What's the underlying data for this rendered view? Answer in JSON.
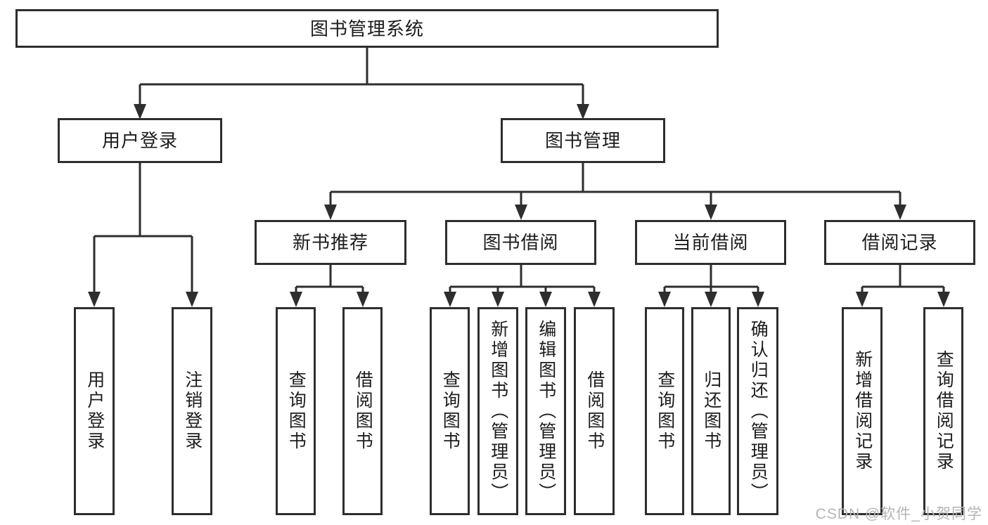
{
  "tree": {
    "label": "图书管理系统",
    "children": [
      {
        "label": "用户登录",
        "children": [
          {
            "label": "用户登录"
          },
          {
            "label": "注销登录"
          }
        ]
      },
      {
        "label": "图书管理",
        "children": [
          {
            "label": "新书推荐",
            "children": [
              {
                "label": "查询图书"
              },
              {
                "label": "借阅图书"
              }
            ]
          },
          {
            "label": "图书借阅",
            "children": [
              {
                "label": "查询图书"
              },
              {
                "label": "新增图书（管理员）"
              },
              {
                "label": "编辑图书（管理员）"
              },
              {
                "label": "借阅图书"
              }
            ]
          },
          {
            "label": "当前借阅",
            "children": [
              {
                "label": "查询图书"
              },
              {
                "label": "归还图书"
              },
              {
                "label": "确认归还（管理员）"
              }
            ]
          },
          {
            "label": "借阅记录",
            "children": [
              {
                "label": "新增借阅记录"
              },
              {
                "label": "查询借阅记录"
              }
            ]
          }
        ]
      }
    ]
  },
  "watermark": {
    "text": "CSDN @软件_小贺同学"
  },
  "colors": {
    "line": "#2e2e2e",
    "box_border": "#2e2e2e",
    "text": "#1c1c1c",
    "watermark": "#b3b5b7",
    "background": "#ffffff"
  }
}
